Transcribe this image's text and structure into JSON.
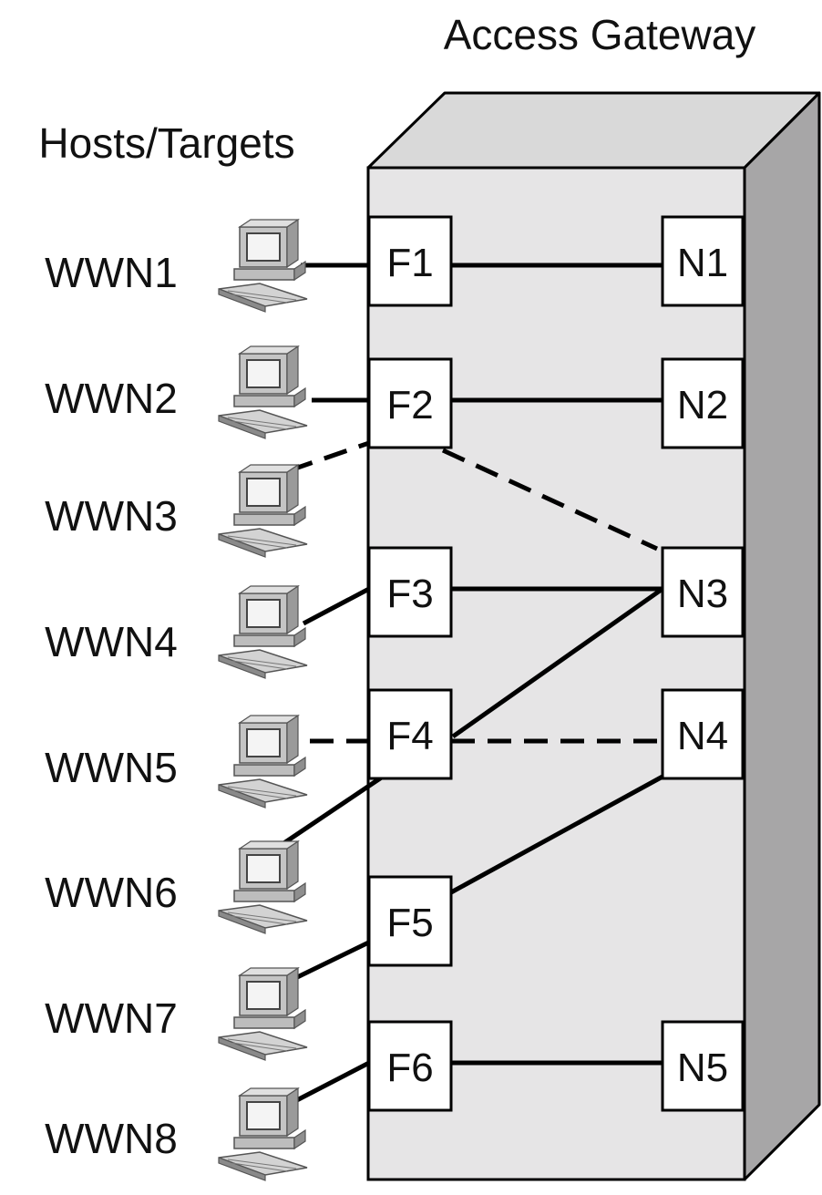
{
  "title": "Access Gateway",
  "hosts_heading": "Hosts/Targets",
  "hosts": [
    {
      "label": "WWN1",
      "icon": "computer-icon"
    },
    {
      "label": "WWN2",
      "icon": "computer-icon"
    },
    {
      "label": "WWN3",
      "icon": "computer-icon"
    },
    {
      "label": "WWN4",
      "icon": "computer-icon"
    },
    {
      "label": "WWN5",
      "icon": "computer-icon"
    },
    {
      "label": "WWN6",
      "icon": "computer-icon"
    },
    {
      "label": "WWN7",
      "icon": "computer-icon"
    },
    {
      "label": "WWN8",
      "icon": "computer-icon"
    }
  ],
  "f_ports": [
    "F1",
    "F2",
    "F3",
    "F4",
    "F5",
    "F6"
  ],
  "n_ports": [
    "N1",
    "N2",
    "N3",
    "N4",
    "N5"
  ],
  "host_links": [
    {
      "host": "WWN1",
      "port": "F1",
      "style": "solid"
    },
    {
      "host": "WWN2",
      "port": "F2",
      "style": "solid"
    },
    {
      "host": "WWN3",
      "port": "F2",
      "style": "dashed"
    },
    {
      "host": "WWN4",
      "port": "F3",
      "style": "solid"
    },
    {
      "host": "WWN5",
      "port": "F4",
      "style": "dashed"
    },
    {
      "host": "WWN6",
      "port": "F4",
      "style": "solid"
    },
    {
      "host": "WWN7",
      "port": "F5",
      "style": "solid"
    },
    {
      "host": "WWN8",
      "port": "F6",
      "style": "solid"
    }
  ],
  "port_links": [
    {
      "from": "F1",
      "to": "N1",
      "style": "solid"
    },
    {
      "from": "F2",
      "to": "N2",
      "style": "solid"
    },
    {
      "from": "F2",
      "to": "N3",
      "style": "dashed"
    },
    {
      "from": "F3",
      "to": "N3",
      "style": "solid"
    },
    {
      "from": "F4",
      "to": "N3",
      "style": "solid"
    },
    {
      "from": "F4",
      "to": "N4",
      "style": "dashed"
    },
    {
      "from": "F5",
      "to": "N4",
      "style": "solid"
    },
    {
      "from": "F6",
      "to": "N5",
      "style": "solid"
    }
  ],
  "colors": {
    "box_front": "#e6e5e6",
    "box_top": "#d9d9d9",
    "box_side": "#a7a6a7",
    "line": "#000000",
    "port_fill": "#ffffff"
  }
}
